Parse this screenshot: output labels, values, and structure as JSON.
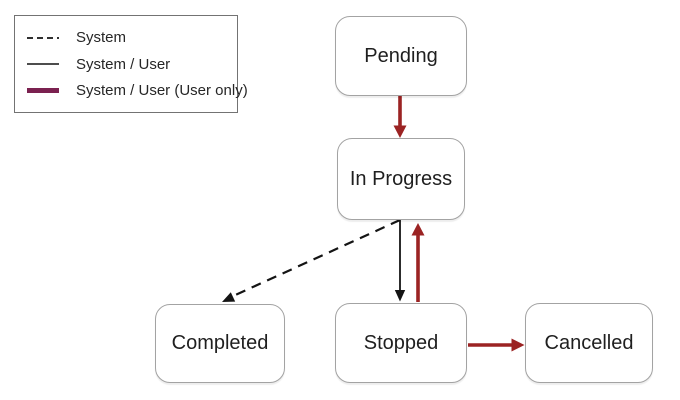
{
  "diagram": {
    "type": "state-transition-diagram",
    "nodes": [
      {
        "id": "pending",
        "label": "Pending"
      },
      {
        "id": "in-progress",
        "label": "In Progress"
      },
      {
        "id": "completed",
        "label": "Completed"
      },
      {
        "id": "stopped",
        "label": "Stopped"
      },
      {
        "id": "cancelled",
        "label": "Cancelled"
      }
    ],
    "edges": [
      {
        "from": "Pending",
        "to": "In Progress",
        "category": "System / User (User only)",
        "style": "thick-red-arrow"
      },
      {
        "from": "In Progress",
        "to": "Completed",
        "category": "System",
        "style": "dashed-black-arrow"
      },
      {
        "from": "In Progress",
        "to": "Stopped",
        "category": "System / User",
        "style": "solid-black-arrow"
      },
      {
        "from": "Stopped",
        "to": "In Progress",
        "category": "System / User (User only)",
        "style": "thick-red-arrow"
      },
      {
        "from": "Stopped",
        "to": "Cancelled",
        "category": "System / User (User only)",
        "style": "thick-red-arrow"
      }
    ]
  },
  "legend": {
    "items": [
      {
        "label": "System",
        "swatch": "dashed-black-line",
        "color": "#303030"
      },
      {
        "label": "System / User",
        "swatch": "solid-black-line",
        "color": "#4d4d4d"
      },
      {
        "label": "System / User (User only)",
        "swatch": "thick-maroon-line",
        "color": "#7b2150"
      }
    ]
  },
  "colors": {
    "user_arrow": "#9b2323",
    "system_arrow": "#141414",
    "node_border": "#a3a3a3",
    "legend_thick": "#7b2150",
    "background": "#ffffff"
  }
}
